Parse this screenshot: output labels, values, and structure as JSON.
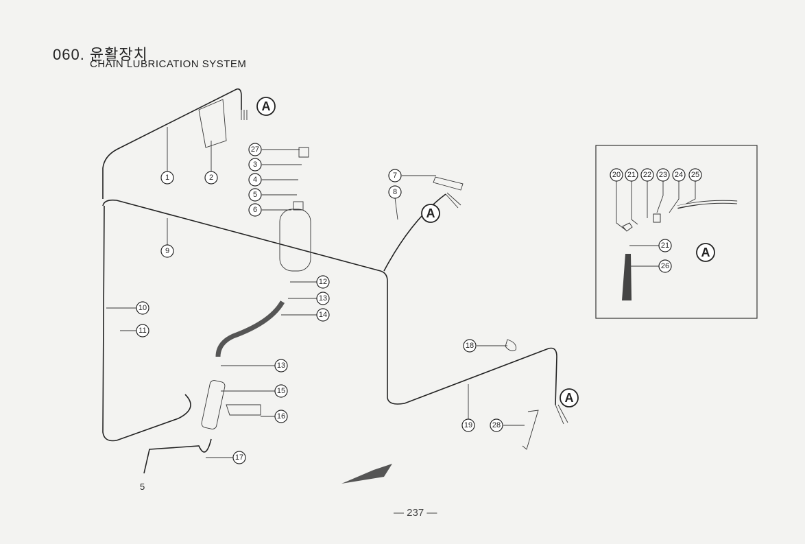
{
  "header": {
    "section": "060. 윤활장치",
    "title": "CHAIN LUBRICATION SYSTEM"
  },
  "callouts": [
    "1",
    "2",
    "27",
    "3",
    "4",
    "5",
    "6",
    "9",
    "10",
    "11",
    "12",
    "13",
    "14",
    "13",
    "15",
    "16",
    "17",
    "7",
    "8",
    "18",
    "19",
    "28"
  ],
  "inset": {
    "callouts": [
      "20",
      "21",
      "22",
      "23",
      "24",
      "25",
      "21",
      "26"
    ],
    "view_label": "A"
  },
  "view_labels": [
    "A",
    "A",
    "A"
  ],
  "annotations": {
    "outlet_label": "5"
  },
  "footer": {
    "page": "— 237 —"
  }
}
